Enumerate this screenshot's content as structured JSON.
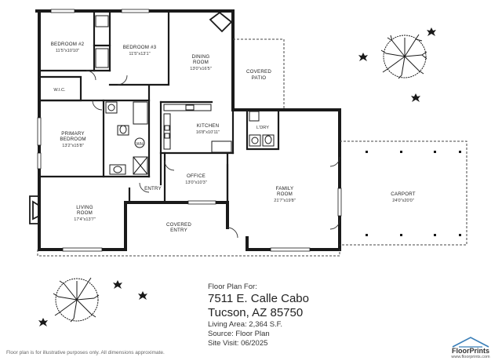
{
  "rooms": {
    "bedroom2": {
      "name": "BEDROOM #2",
      "dims": "11'5\"x10'10\""
    },
    "bedroom3": {
      "name": "BEDROOM #3",
      "dims": "11'5\"x13'1\""
    },
    "dining": {
      "name": "DINING",
      "name2": "ROOM",
      "dims": "13'0\"x16'5\""
    },
    "patio": {
      "name": "COVERED",
      "name2": "PATIO"
    },
    "wic": {
      "name": "W.I.C."
    },
    "primary": {
      "name": "PRIMARY",
      "name2": "BEDROOM",
      "dims": "13'2\"x15'8\""
    },
    "kitchen": {
      "name": "KITCHEN",
      "dims": "16'8\"x10'11\""
    },
    "laundry": {
      "name": "L'DRY"
    },
    "office": {
      "name": "OFFICE",
      "dims": "13'0\"x10'3\""
    },
    "entry": {
      "name": "ENTRY"
    },
    "family": {
      "name": "FAMILY",
      "name2": "ROOM",
      "dims": "21'7\"x19'8\""
    },
    "carport": {
      "name": "CARPORT",
      "dims": "24'0\"x20'0\""
    },
    "living": {
      "name": "LIVING",
      "name2": "ROOM",
      "dims": "17'4\"x13'7\""
    },
    "covered_entry": {
      "name": "COVERED",
      "name2": "ENTRY"
    },
    "wh": {
      "name": "WH"
    }
  },
  "info": {
    "heading": "Floor Plan For:",
    "address1": "7511 E. Calle Cabo",
    "address2": "Tucson, AZ  85750",
    "living_area": "Living Area:  2,364 S.F.",
    "source": "Source:  Floor Plan",
    "site_visit": "Site Visit:  06/2025"
  },
  "disclaimer": "Floor plan is for illustrative purposes only. All dimensions approximate.",
  "brand": {
    "name": "FloorPrints",
    "url": "www.floorprints.com"
  },
  "colors": {
    "wall": "#1a1a1a",
    "dashed": "#444444",
    "tree": "#1a1a1a"
  }
}
